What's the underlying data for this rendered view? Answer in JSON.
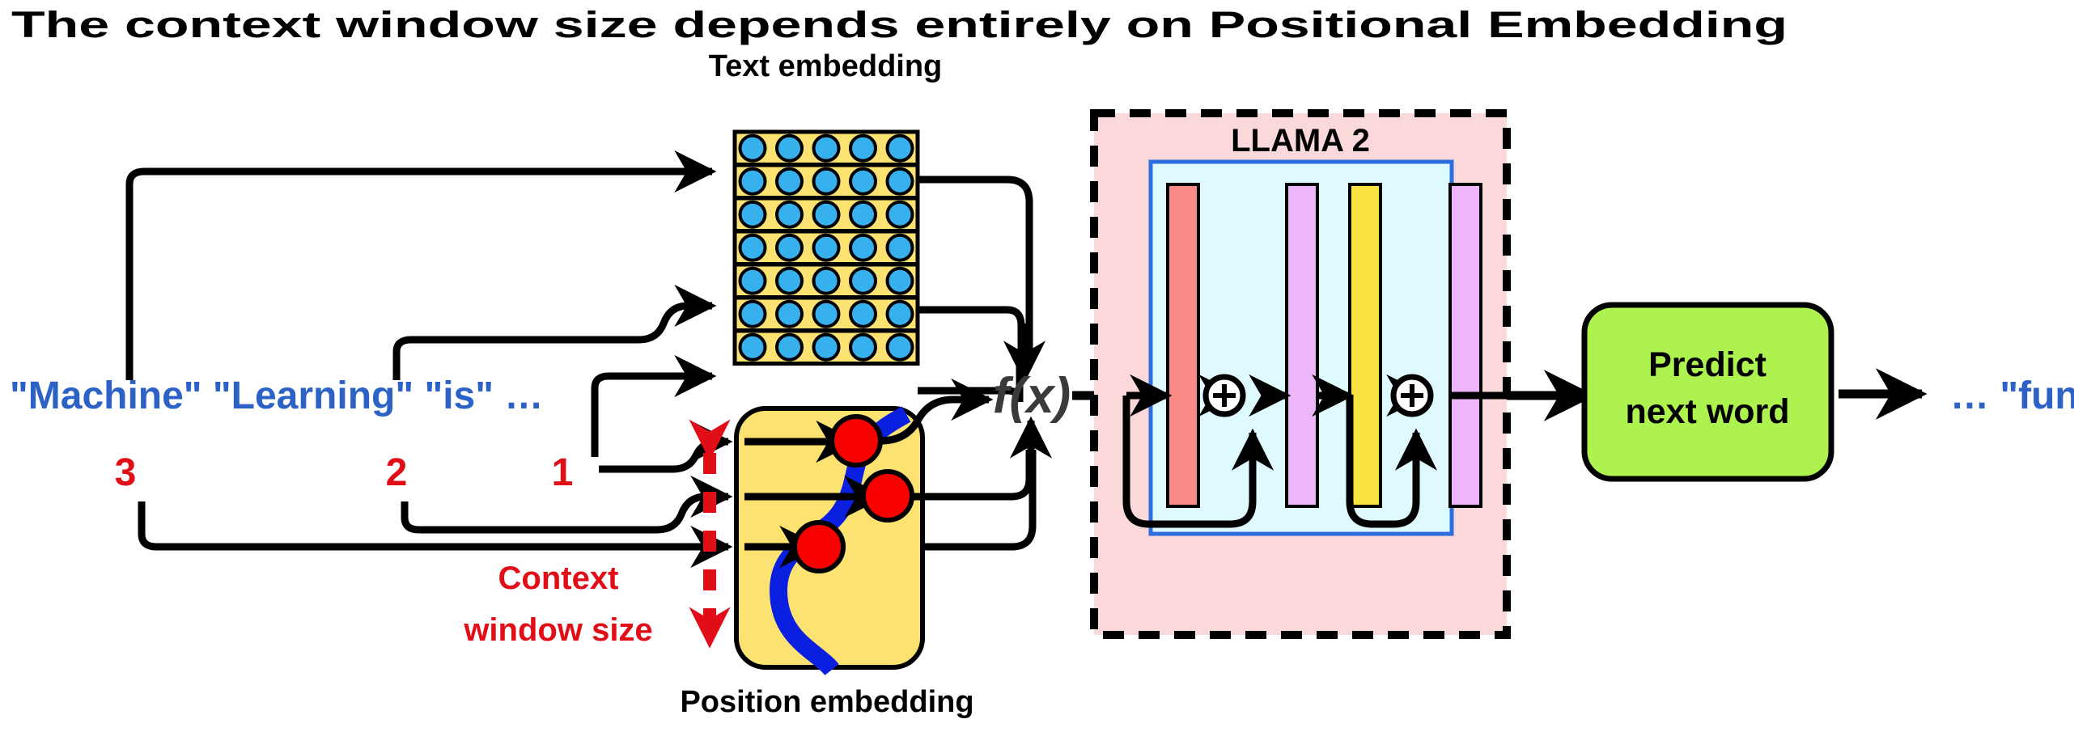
{
  "title": "The context window size depends entirely on Positional Embedding",
  "labels": {
    "text_embedding": "Text embedding",
    "position_embedding": "Position embedding",
    "llama": "LLAMA 2",
    "fx": "f(x)",
    "predict": {
      "line1": "Predict",
      "line2": "next word"
    },
    "context_window": {
      "line1": "Context",
      "line2": "window size"
    },
    "plus": "+"
  },
  "input_tokens": "\"Machine\" \"Learning\" \"is\" …",
  "positions": [
    "3",
    "2",
    "1"
  ],
  "output_tokens": "… \"fun\"",
  "text_embedding_grid": {
    "rows": 7,
    "cols": 5,
    "active_rows": [
      1,
      3,
      5
    ]
  },
  "position_dots": 3,
  "llama_bars": [
    {
      "name": "attention",
      "color": "#FA8A86"
    },
    {
      "name": "feedforward-a",
      "color": "#EDB6FB"
    },
    {
      "name": "norm",
      "color": "#FAE442"
    },
    {
      "name": "feedforward-b",
      "color": "#EDB6FB"
    }
  ],
  "colors": {
    "token_blue": "#2C62C6",
    "position_red": "#E10E17",
    "embedding_cell": "#FBE271",
    "embedding_dot": "#37B0EE",
    "llama_outer": "#FBD8D9",
    "llama_inner": "#DFFAFF",
    "llama_inner_border": "#2C6EE0",
    "predict_green": "#AEF250",
    "wave_blue": "#0A1FE0",
    "dot_red": "#F90000",
    "fx_gray": "#3A3A3A",
    "stroke": "#000000"
  }
}
